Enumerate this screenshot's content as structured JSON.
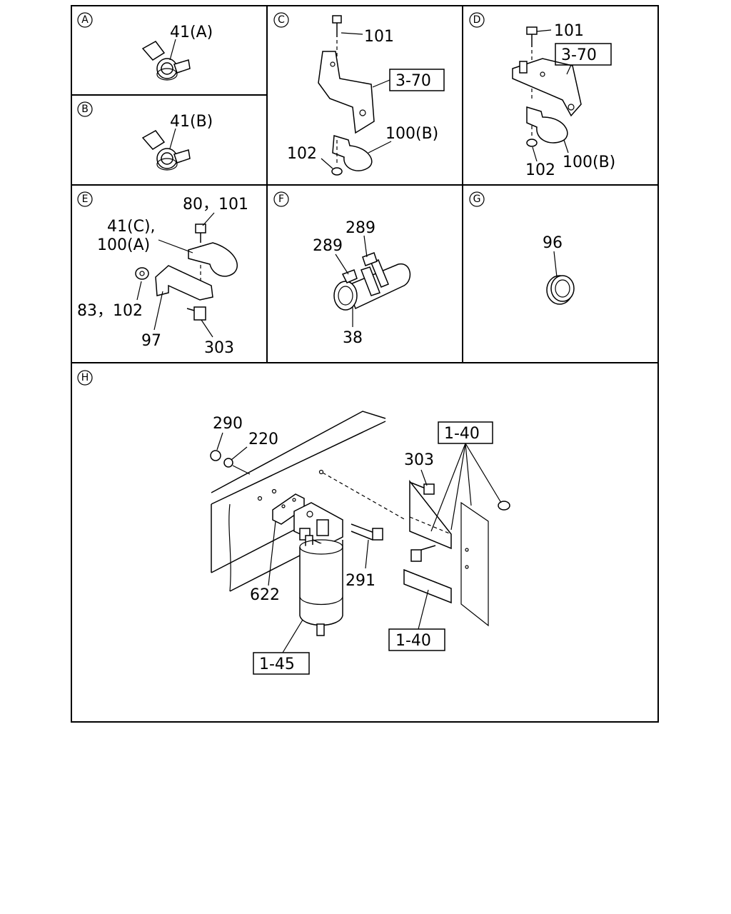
{
  "panels": {
    "A": {
      "marker": "A",
      "labels": [
        "41(A)"
      ]
    },
    "B": {
      "marker": "B",
      "labels": [
        "41(B)"
      ]
    },
    "C": {
      "marker": "C",
      "labels": [
        "101",
        "102",
        "100(B)"
      ],
      "boxed": [
        "3-70"
      ]
    },
    "D": {
      "marker": "D",
      "labels": [
        "101",
        "102",
        "100(B)"
      ],
      "boxed": [
        "3-70"
      ]
    },
    "E": {
      "marker": "E",
      "labels": [
        "80，101",
        "41(C),",
        "100(A)",
        "83，102",
        "97",
        "303"
      ]
    },
    "F": {
      "marker": "F",
      "labels": [
        "289",
        "289",
        "38"
      ]
    },
    "G": {
      "marker": "G",
      "labels": [
        "96"
      ]
    },
    "H": {
      "marker": "H",
      "labels": [
        "290",
        "220",
        "303",
        "622",
        "291"
      ],
      "boxed": [
        "1-40",
        "1-40",
        "1-45"
      ]
    }
  }
}
